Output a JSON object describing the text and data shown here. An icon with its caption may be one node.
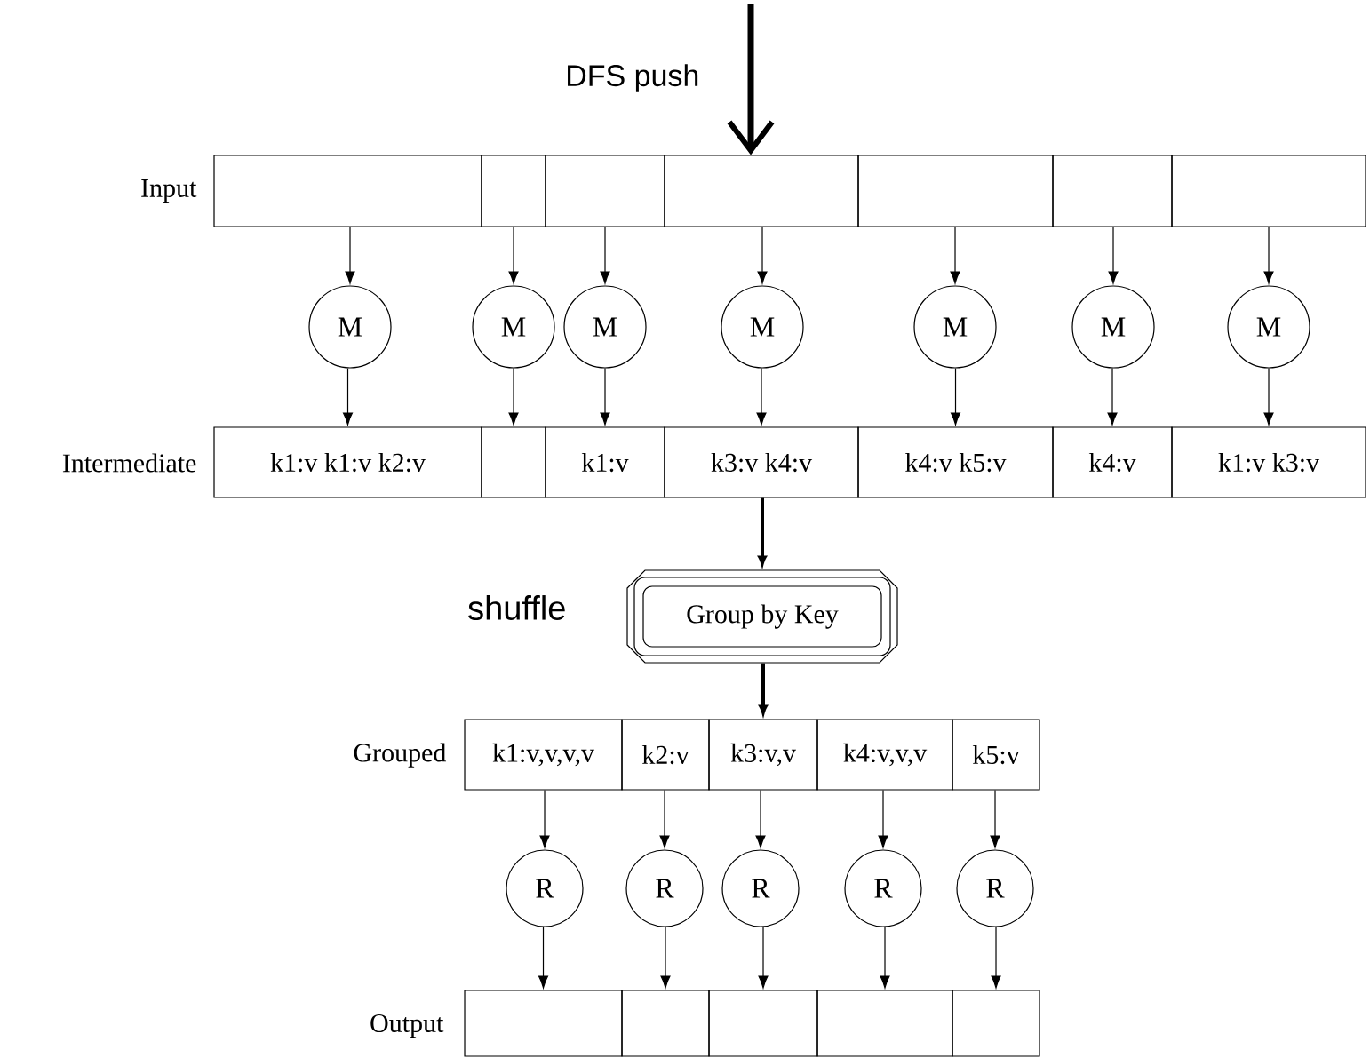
{
  "diagram": {
    "nodes": [
      {
        "text": [],
        "shape": "box"
      },
      {
        "text": [],
        "shape": "box"
      },
      {
        "text": [],
        "shape": "box"
      },
      {
        "text": [],
        "shape": "box"
      },
      {
        "text": [],
        "shape": "box"
      },
      {
        "text": [],
        "shape": "box"
      },
      {
        "text": [],
        "shape": "box"
      },
      {
        "text": [
          "M"
        ]
      },
      {
        "text": [
          "M"
        ]
      },
      {
        "text": [
          "M"
        ]
      },
      {
        "text": [
          "M"
        ]
      },
      {
        "text": [
          "M"
        ]
      },
      {
        "text": [
          "M"
        ]
      },
      {
        "text": [
          "M"
        ]
      },
      {
        "text": [
          "k1:v k1:v k2:v"
        ]
      },
      {
        "text": [],
        "shape": "box"
      },
      {
        "text": [
          "k1:v"
        ]
      },
      {
        "text": [
          "k3:v k4:v"
        ]
      },
      {
        "text": [
          "k4:v k5:v"
        ]
      },
      {
        "text": [
          "k4:v"
        ]
      },
      {
        "text": [
          "k1:v k3:v"
        ]
      },
      {
        "text": [
          "Group by Key"
        ],
        "beside": [
          "shuffle"
        ]
      },
      {
        "text": [
          "k1:v,v,v,v"
        ]
      },
      {
        "text": [
          "k2:v"
        ]
      },
      {
        "text": [
          "k3:v,v"
        ]
      },
      {
        "text": [
          "k4:v,v,v"
        ]
      },
      {
        "text": [
          "k5:v"
        ]
      },
      {
        "text": [
          "R"
        ]
      },
      {
        "text": [
          "R"
        ]
      },
      {
        "text": [
          "R"
        ]
      },
      {
        "text": [
          "R"
        ]
      },
      {
        "text": [
          "R"
        ]
      },
      {
        "text": [],
        "shape": "box"
      },
      {
        "text": [],
        "shape": "box"
      },
      {
        "text": [],
        "shape": "box"
      },
      {
        "text": [],
        "shape": "box"
      },
      {
        "text": [],
        "shape": "box"
      }
    ],
    "edges": [
      {
        "from": null,
        "to": 3,
        "arrow": "to",
        "label": "DFS push",
        "style": "thick"
      },
      {
        "from": 0,
        "to": 7,
        "arrow": "to"
      },
      {
        "from": 1,
        "to": 8,
        "arrow": "to"
      },
      {
        "from": 2,
        "to": 9,
        "arrow": "to"
      },
      {
        "from": 3,
        "to": 10,
        "arrow": "to"
      },
      {
        "from": 4,
        "to": 11,
        "arrow": "to"
      },
      {
        "from": 5,
        "to": 12,
        "arrow": "to"
      },
      {
        "from": 6,
        "to": 13,
        "arrow": "to"
      },
      {
        "from": 7,
        "to": 14,
        "arrow": "to"
      },
      {
        "from": 8,
        "to": 15,
        "arrow": "to"
      },
      {
        "from": 9,
        "to": 16,
        "arrow": "to"
      },
      {
        "from": 10,
        "to": 17,
        "arrow": "to"
      },
      {
        "from": 11,
        "to": 18,
        "arrow": "to"
      },
      {
        "from": 12,
        "to": 19,
        "arrow": "to"
      },
      {
        "from": 13,
        "to": 20,
        "arrow": "to"
      },
      {
        "from": 17,
        "to": 21,
        "arrow": "to",
        "style": "thick"
      },
      {
        "from": 21,
        "to": 24,
        "arrow": "to",
        "style": "thick"
      },
      {
        "from": 22,
        "to": 27,
        "arrow": "to"
      },
      {
        "from": 23,
        "to": 28,
        "arrow": "to"
      },
      {
        "from": 24,
        "to": 29,
        "arrow": "to"
      },
      {
        "from": 25,
        "to": 30,
        "arrow": "to"
      },
      {
        "from": 26,
        "to": 31,
        "arrow": "to"
      },
      {
        "from": 27,
        "to": 32,
        "arrow": "to"
      },
      {
        "from": 28,
        "to": 33,
        "arrow": "to"
      },
      {
        "from": 29,
        "to": 34,
        "arrow": "to"
      },
      {
        "from": 30,
        "to": 35,
        "arrow": "to"
      },
      {
        "from": 31,
        "to": 36,
        "arrow": "to"
      }
    ],
    "labels": [
      "Input",
      "Intermediate",
      "Grouped",
      "Output"
    ]
  }
}
